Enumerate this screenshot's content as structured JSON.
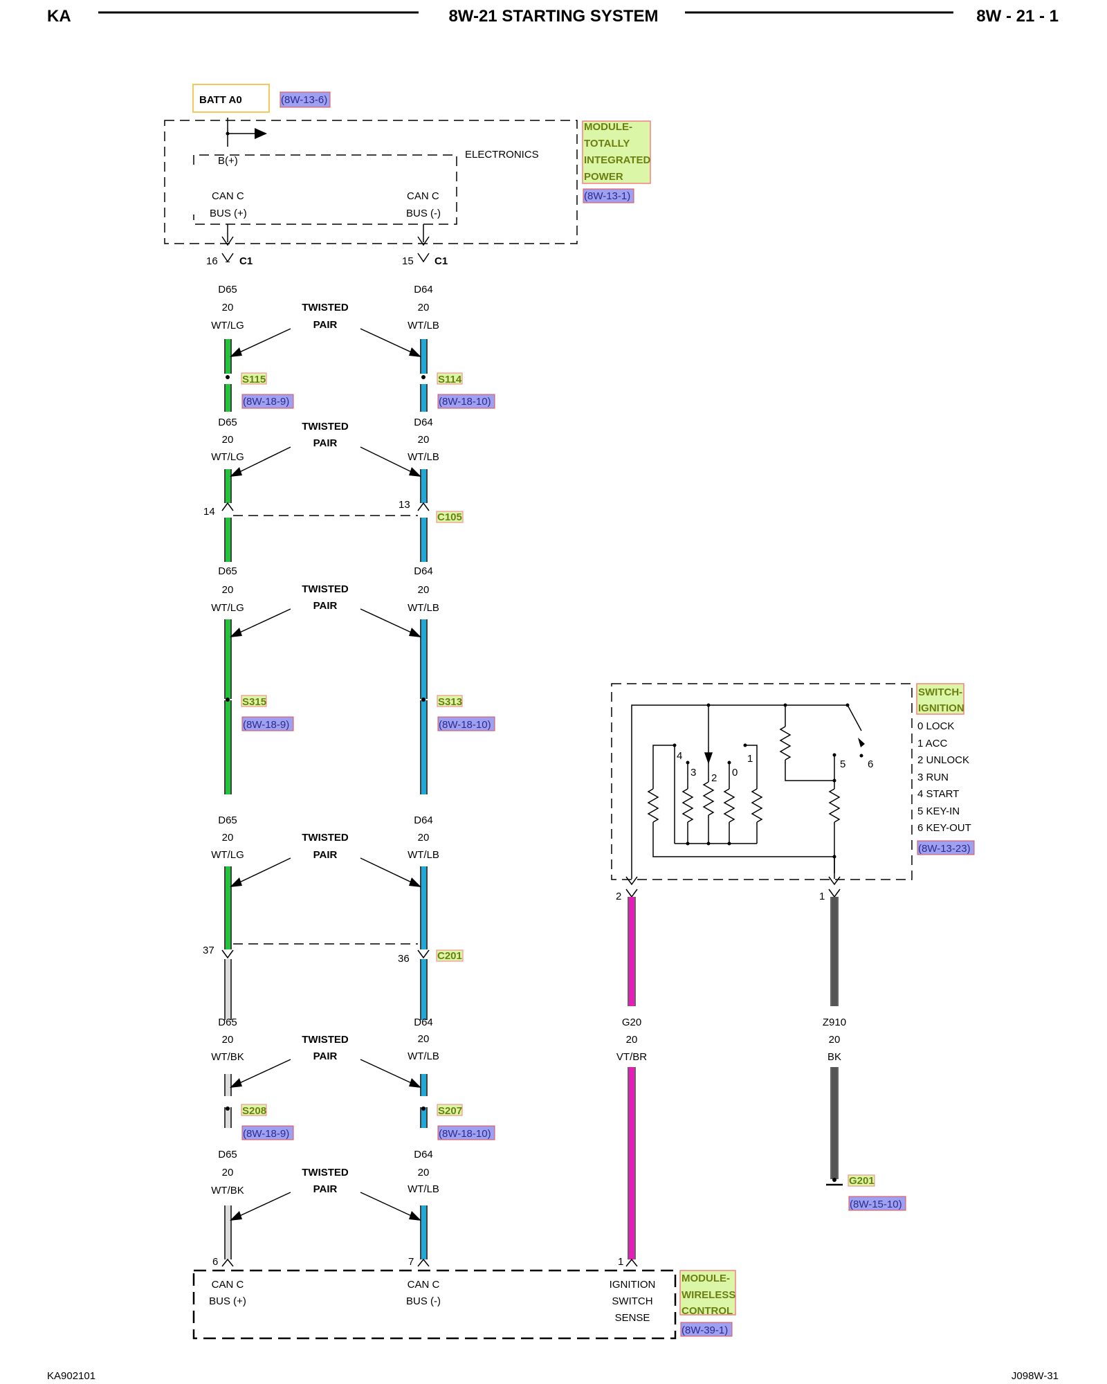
{
  "header": {
    "left": "KA",
    "title": "8W-21 STARTING SYSTEM",
    "right": "8W - 21 - 1"
  },
  "footer": {
    "left": "KA902101",
    "right": "J098W-31"
  },
  "batt": {
    "label": "BATT A0",
    "ref": "(8W-13-6)"
  },
  "tipm": {
    "name": [
      "MODULE-",
      "TOTALLY",
      "INTEGRATED",
      "POWER"
    ],
    "ref": "(8W-13-1)",
    "electronics": "ELECTRONICS",
    "bplus": "B(+)",
    "can_pos": [
      "CAN C",
      "BUS (+)"
    ],
    "can_neg": [
      "CAN C",
      "BUS (-)"
    ],
    "pin_pos": "16",
    "pin_neg": "15",
    "connector": "C1"
  },
  "twisted_pair": [
    "TWISTED",
    "PAIR"
  ],
  "wire_left_a": [
    "D65",
    "20",
    "WT/LG"
  ],
  "wire_right_a": [
    "D64",
    "20",
    "WT/LB"
  ],
  "wire_left_b": [
    "D65",
    "20",
    "WT/BK"
  ],
  "wire_right_b": [
    "D64",
    "20",
    "WT/LB"
  ],
  "splices": {
    "s115": "S115",
    "s115_ref": "(8W-18-9)",
    "s114": "S114",
    "s114_ref": "(8W-18-10)",
    "s315": "S315",
    "s315_ref": "(8W-18-9)",
    "s313": "S313",
    "s313_ref": "(8W-18-10)",
    "s208": "S208",
    "s208_ref": "(8W-18-9)",
    "s207": "S207",
    "s207_ref": "(8W-18-10)"
  },
  "c105": {
    "name": "C105",
    "pin_left": "14",
    "pin_right": "13"
  },
  "c201": {
    "name": "C201",
    "pin_left": "37",
    "pin_right": "36"
  },
  "ignition_switch": {
    "name": [
      "SWITCH-",
      "IGNITION"
    ],
    "positions": [
      "0 LOCK",
      "1 ACC",
      "2 UNLOCK",
      "3 RUN",
      "4 START",
      "5 KEY-IN",
      "6 KEY-OUT"
    ],
    "ref": "(8W-13-23)",
    "contact_nums": [
      "4",
      "3",
      "2",
      "0",
      "1",
      "5",
      "6"
    ],
    "pin_left": "2",
    "pin_right": "1"
  },
  "wire_g20": [
    "G20",
    "20",
    "VT/BR"
  ],
  "wire_z910": [
    "Z910",
    "20",
    "BK"
  ],
  "ground": {
    "name": "G201",
    "ref": "(8W-15-10)"
  },
  "wcm": {
    "name": [
      "MODULE-",
      "WIRELESS",
      "CONTROL"
    ],
    "ref": "(8W-39-1)",
    "can_pos": [
      "CAN C",
      "BUS (+)"
    ],
    "can_neg": [
      "CAN C",
      "BUS (-)"
    ],
    "ign": [
      "IGNITION",
      "SWITCH",
      "SENSE"
    ],
    "pin_pos": "6",
    "pin_neg": "7",
    "pin_ign": "1"
  },
  "colors": {
    "wt_lg": "#22c43a",
    "wt_lb": "#20a8d8",
    "vt_br": "#e81cb8",
    "bk": "#555555",
    "label_green_bg": "#dcf6a8",
    "label_green_border": "#f08080",
    "label_ref_bg": "#a0a0f0",
    "batt_border": "#f5c85a"
  }
}
